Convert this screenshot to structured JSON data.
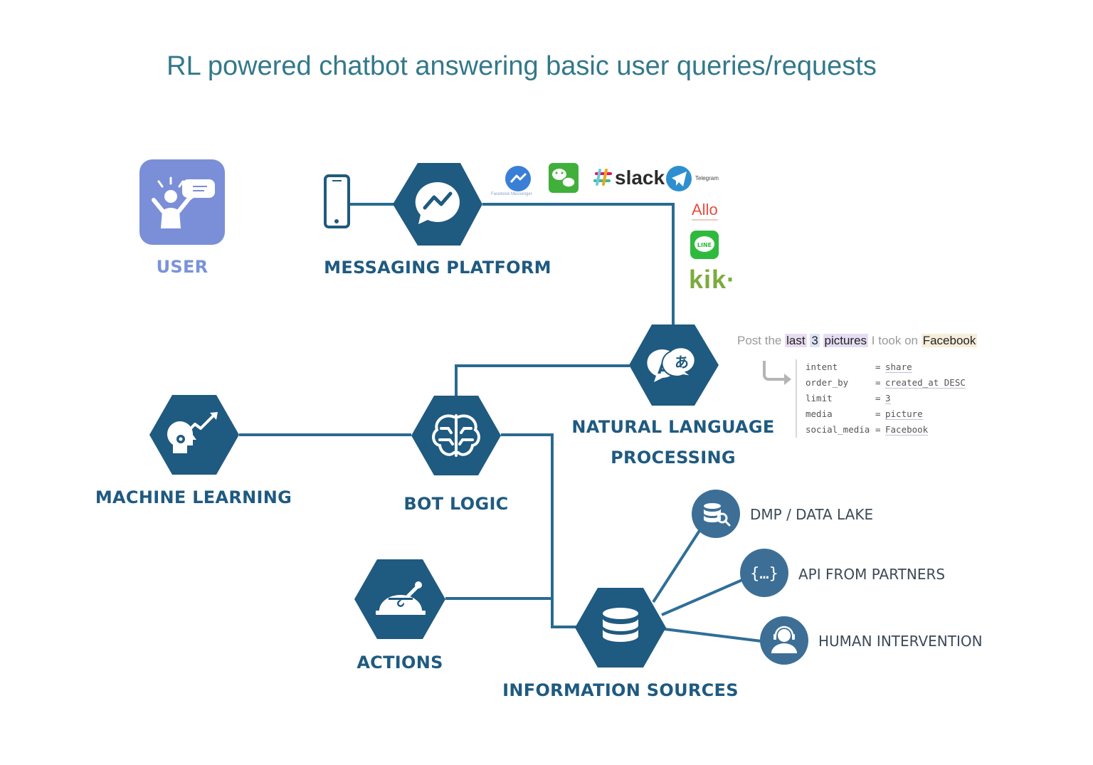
{
  "title": "RL powered chatbot answering basic user queries/requests",
  "colors": {
    "node_blue": "#1f5a80",
    "line_blue": "#2a6a90",
    "user_purple": "#7b8fd8",
    "title_teal": "#33788a"
  },
  "nodes": {
    "user": {
      "label": "USER",
      "icon": "person-speech-icon"
    },
    "messaging": {
      "label": "MESSAGING PLATFORM",
      "icon": "messenger-bolt-icon",
      "device_icon": "smartphone-icon"
    },
    "nlp": {
      "label_line1": "NATURAL LANGUAGE",
      "label_line2": "PROCESSING",
      "icon": "translate-icon"
    },
    "machine_learning": {
      "label": "MACHINE LEARNING",
      "icon": "head-gear-growth-icon"
    },
    "bot_logic": {
      "label": "BOT LOGIC",
      "icon": "brain-circuit-icon"
    },
    "actions": {
      "label": "ACTIONS",
      "icon": "lever-icon"
    },
    "info_sources": {
      "label": "INFORMATION SOURCES",
      "icon": "database-icon"
    }
  },
  "sources": [
    {
      "label": "DMP / DATA LAKE",
      "icon": "database-search-icon"
    },
    {
      "label": "API FROM PARTNERS",
      "icon": "braces-icon"
    },
    {
      "label": "HUMAN INTERVENTION",
      "icon": "support-agent-icon"
    }
  ],
  "platforms": {
    "facebook_messenger": "Facebook Messenger",
    "slack": "slack",
    "telegram": "Telegram",
    "allo": "Allo",
    "line": "LINE",
    "kik": "kik·"
  },
  "example": {
    "parts": [
      "Post the ",
      "last",
      " ",
      "3",
      " ",
      "pictures",
      " I took on ",
      "Facebook"
    ],
    "parsed": [
      {
        "key": "intent",
        "value": "share"
      },
      {
        "key": "order_by",
        "value": "created_at DESC"
      },
      {
        "key": "limit",
        "value": "3"
      },
      {
        "key": "media",
        "value": "picture"
      },
      {
        "key": "social_media",
        "value": "Facebook"
      }
    ],
    "equals": "="
  }
}
